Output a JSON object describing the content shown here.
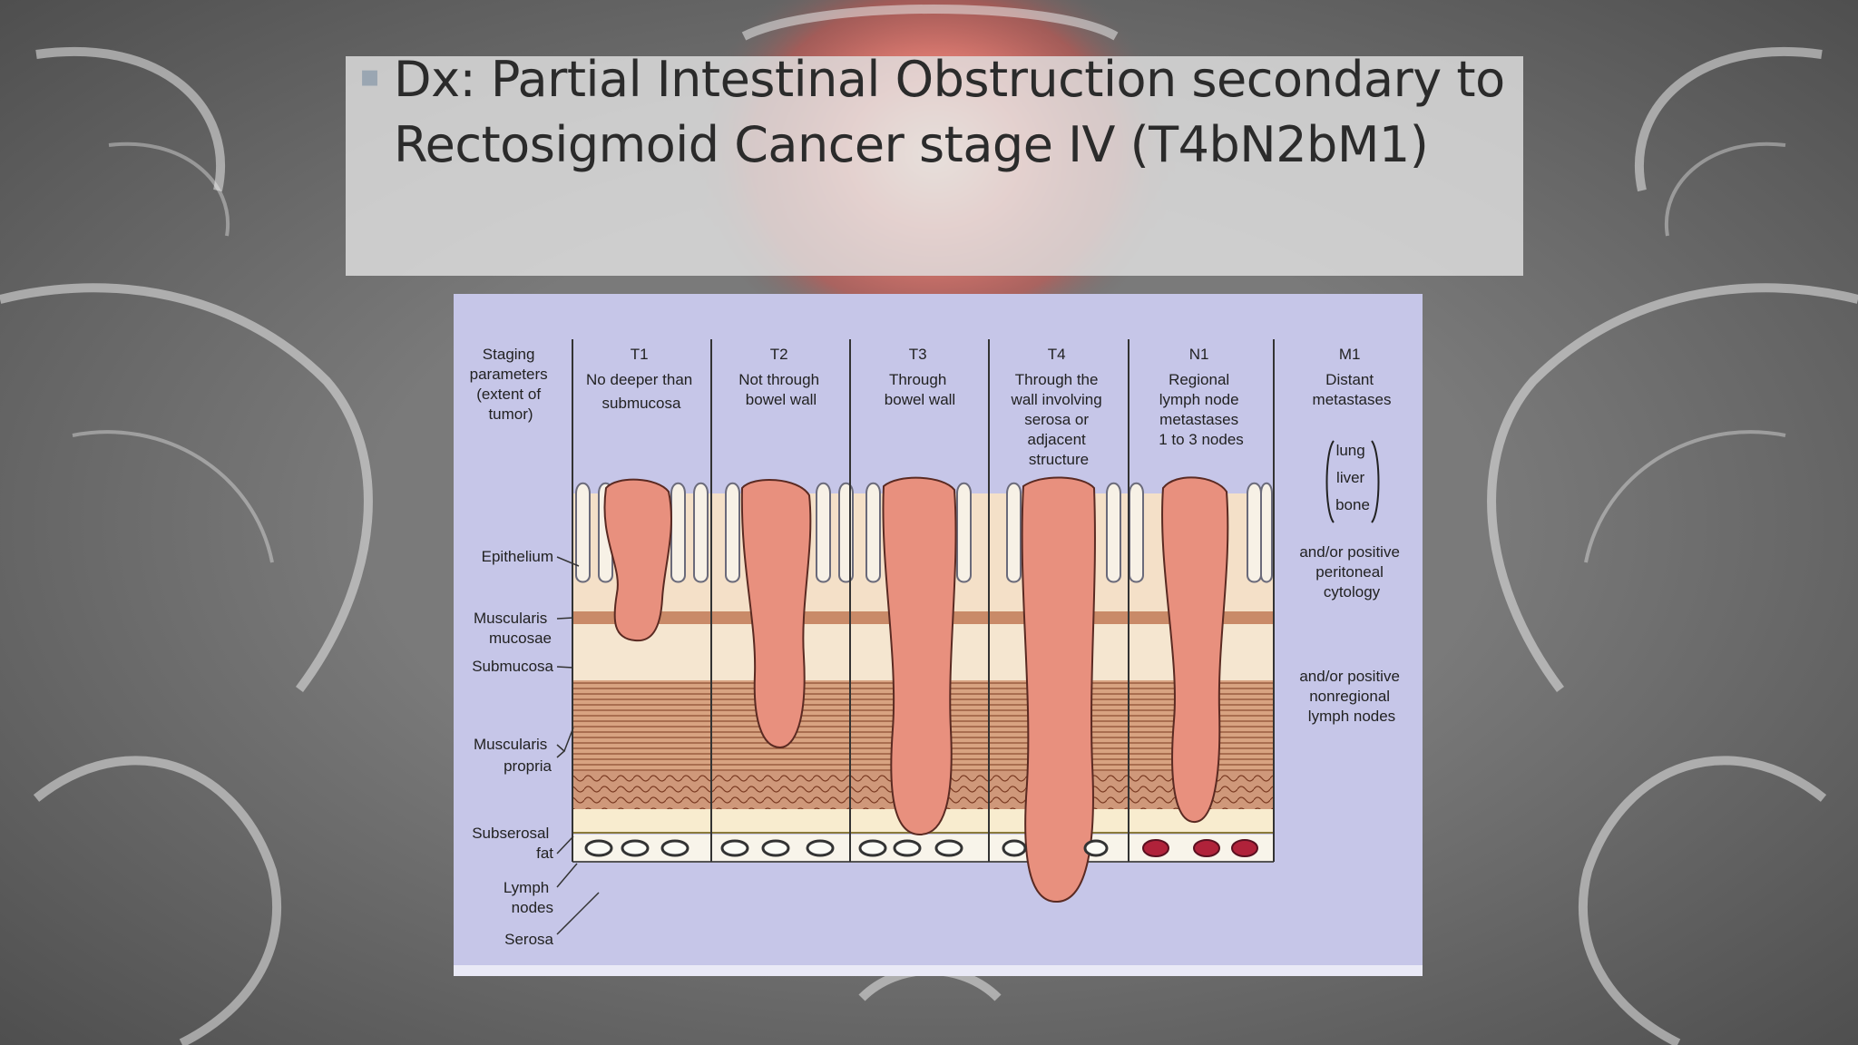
{
  "slide": {
    "bullet": "▪",
    "title_line1": "Dx: Partial Intestinal Obstruction secondary to",
    "title_line2": "Rectosigmoid Cancer stage IV (T4bN2bM1)"
  },
  "diagram": {
    "headers": {
      "staging": [
        "Staging",
        "parameters",
        "(extent of",
        "tumor)"
      ],
      "t1": [
        "T1",
        "No deeper than",
        "submucosa"
      ],
      "t2": [
        "T2",
        "Not through",
        "bowel wall"
      ],
      "t3": [
        "T3",
        "Through",
        "bowel wall"
      ],
      "t4": [
        "T4",
        "Through the",
        "wall involving",
        "serosa or",
        "adjacent",
        "structure"
      ],
      "n1": [
        "N1",
        "Regional",
        "lymph node",
        "metastases",
        "1 to 3 nodes"
      ],
      "m1": [
        "M1",
        "Distant",
        "metastases"
      ]
    },
    "m1_sites": [
      "lung",
      "liver",
      "bone"
    ],
    "m1_note1": [
      "and/or positive",
      "peritoneal",
      "cytology"
    ],
    "m1_note2": [
      "and/or positive",
      "nonregional",
      "lymph nodes"
    ],
    "layer_labels": {
      "epithelium": "Epithelium",
      "muscularis_mucosae": [
        "Muscularis",
        "mucosae"
      ],
      "submucosa": "Submucosa",
      "muscularis_propria": [
        "Muscularis",
        "propria"
      ],
      "subserosal_fat": [
        "Subserosal",
        "fat"
      ],
      "lymph_nodes": [
        "Lymph",
        "nodes"
      ],
      "serosa": "Serosa"
    },
    "colors": {
      "panel": "#c6c6e8",
      "tumor": "#e8907e",
      "muscle": "#c98a68",
      "submucosa": "#f5e6d0",
      "mucosa": "#f4e0c8",
      "node_positive": "#b0223a"
    }
  }
}
